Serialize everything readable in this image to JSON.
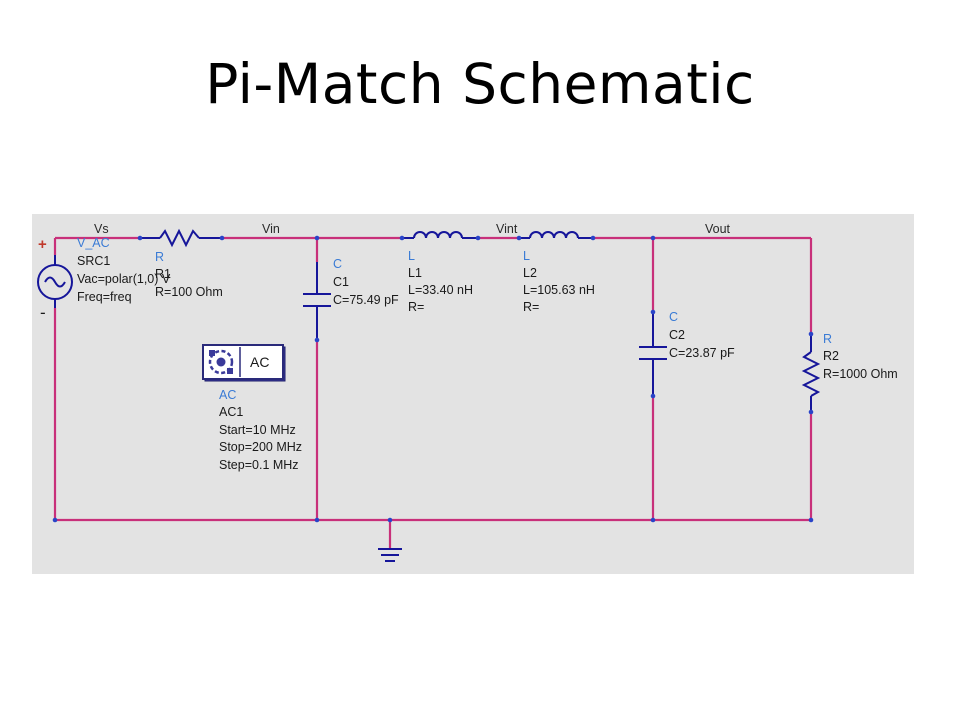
{
  "title": "Pi-Match Schematic",
  "colors": {
    "wire": "#c8307a",
    "component": "#16169a",
    "label": "#3a7bd5",
    "background": "#e3e3e3"
  },
  "nets": {
    "vs": "Vs",
    "vin": "Vin",
    "vint": "Vint",
    "vout": "Vout"
  },
  "source": {
    "type": "V_AC",
    "name": "SRC1",
    "vac": "Vac=polar(1,0) V",
    "freq": "Freq=freq",
    "plus": "+",
    "minus": "-"
  },
  "r1": {
    "type": "R",
    "name": "R1",
    "value": "R=100 Ohm"
  },
  "c1": {
    "type": "C",
    "name": "C1",
    "value": "C=75.49 pF"
  },
  "l1": {
    "type": "L",
    "name": "L1",
    "value": "L=33.40 nH",
    "r": "R="
  },
  "l2": {
    "type": "L",
    "name": "L2",
    "value": "L=105.63 nH",
    "r": "R="
  },
  "c2": {
    "type": "C",
    "name": "C2",
    "value": "C=23.87 pF"
  },
  "r2": {
    "type": "R",
    "name": "R2",
    "value": "R=1000 Ohm"
  },
  "ac": {
    "icon_label": "AC",
    "type": "AC",
    "name": "AC1",
    "start": "Start=10 MHz",
    "stop": "Stop=200 MHz",
    "step": "Step=0.1 MHz"
  }
}
